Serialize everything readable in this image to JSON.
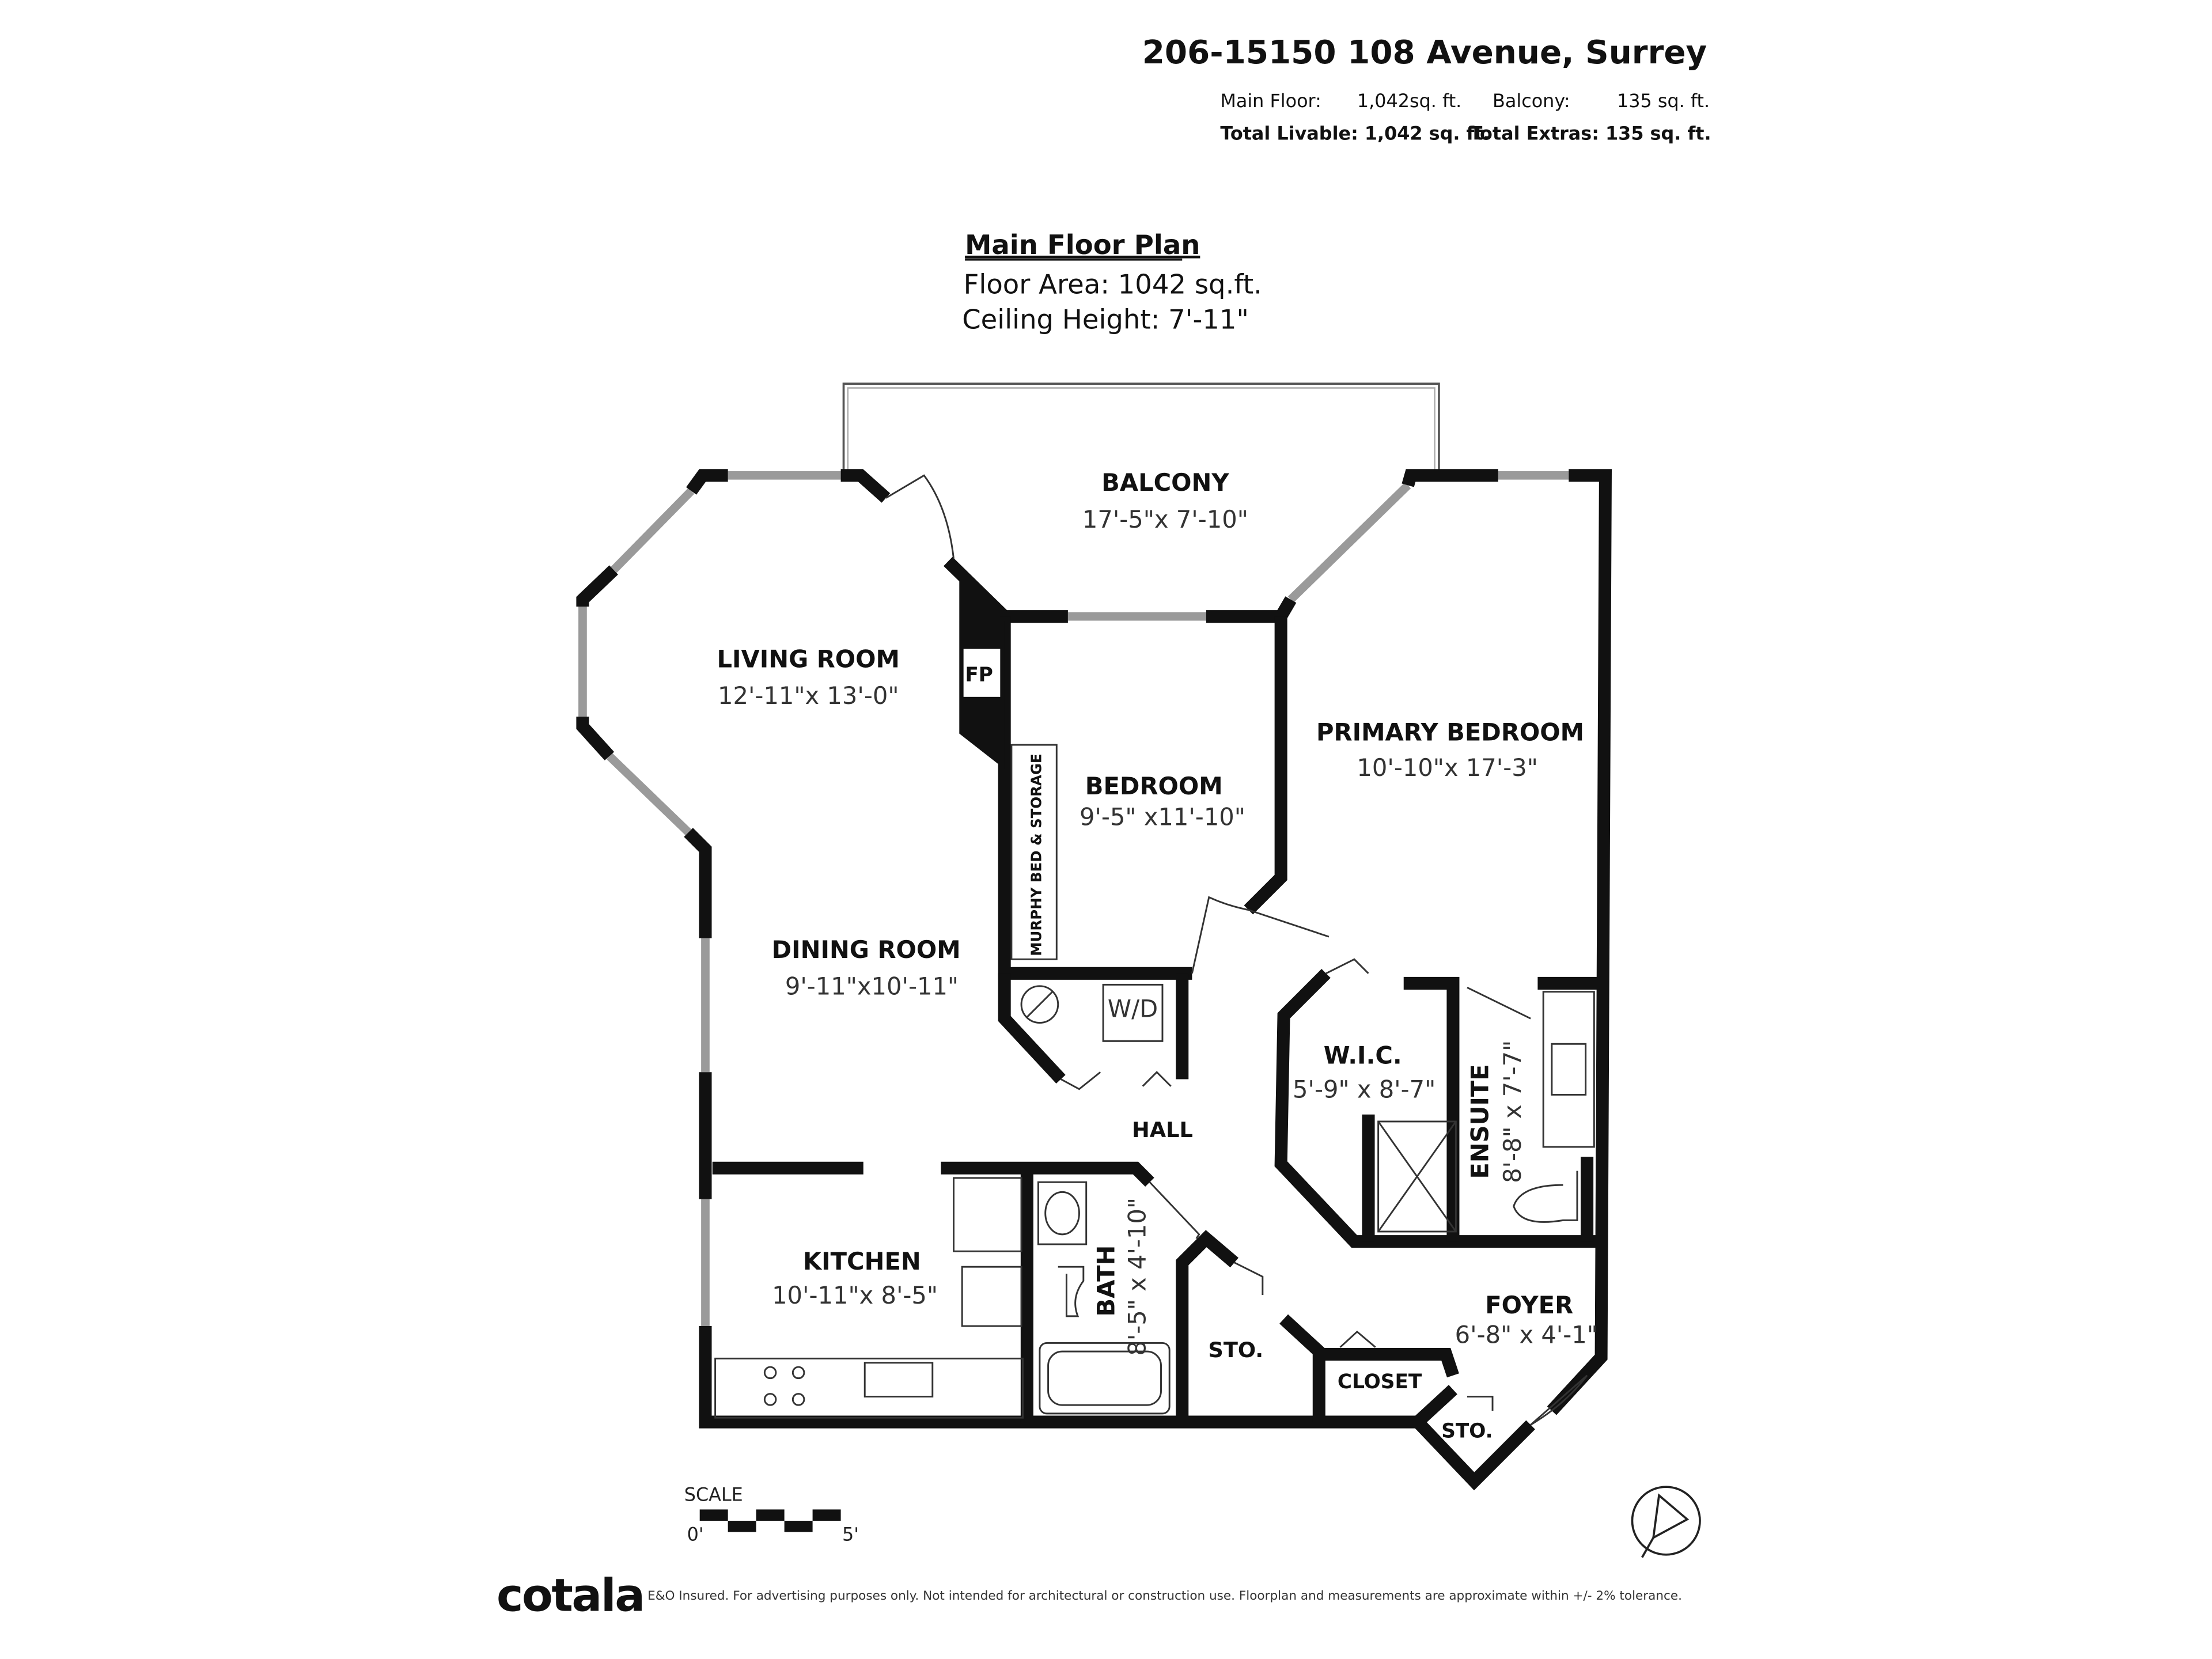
{
  "header": {
    "address": "206-15150 108 Avenue, Surrey",
    "main_floor_label": "Main Floor:",
    "main_floor_value": "1,042sq. ft.",
    "balcony_label": "Balcony:",
    "balcony_value": "135 sq. ft.",
    "total_livable": "Total Livable: 1,042 sq. ft.",
    "total_extras": "Total Extras: 135 sq. ft."
  },
  "plan": {
    "title": "Main Floor Plan",
    "floor_area": "Floor Area: 1042 sq.ft.",
    "ceiling_height": "Ceiling Height: 7'-11\""
  },
  "rooms": {
    "balcony": {
      "name": "BALCONY",
      "dims": "17'-5\"x 7'-10\""
    },
    "living": {
      "name": "LIVING ROOM",
      "dims": "12'-11\"x 13'-0\""
    },
    "fireplace": "FP",
    "murphy": "MURPHY BED & STORAGE",
    "bedroom": {
      "name": "BEDROOM",
      "dims": "9'-5\" x11'-10\""
    },
    "primary": {
      "name": "PRIMARY BEDROOM",
      "dims": "10'-10\"x 17'-3\""
    },
    "dining": {
      "name": "DINING ROOM",
      "dims": "9'-11\"x10'-11\""
    },
    "wd": "W/D",
    "wic": {
      "name": "W.I.C.",
      "dims": "5'-9\" x 8'-7\""
    },
    "ensuite": {
      "name": "ENSUITE",
      "dims": "8'-8\" x 7'-7\""
    },
    "hall": "HALL",
    "kitchen": {
      "name": "KITCHEN",
      "dims": "10'-11\"x 8'-5\""
    },
    "bath": {
      "name": "BATH",
      "dims": "8'-5\" x 4'-10\""
    },
    "sto1": "STO.",
    "closet": "CLOSET",
    "foyer": {
      "name": "FOYER",
      "dims": "6'-8\" x 4'-1\""
    },
    "sto2": "STO."
  },
  "scale": {
    "label": "SCALE",
    "start": "0'",
    "end": "5'"
  },
  "footer": {
    "logo": "cotala",
    "disclaimer": "E&O Insured. For advertising purposes only. Not intended for architectural or construction use. Floorplan and measurements are approximate within +/- 2% tolerance."
  },
  "colors": {
    "wall": "#111111",
    "window": "#9a9a9a",
    "background": "#ffffff"
  }
}
